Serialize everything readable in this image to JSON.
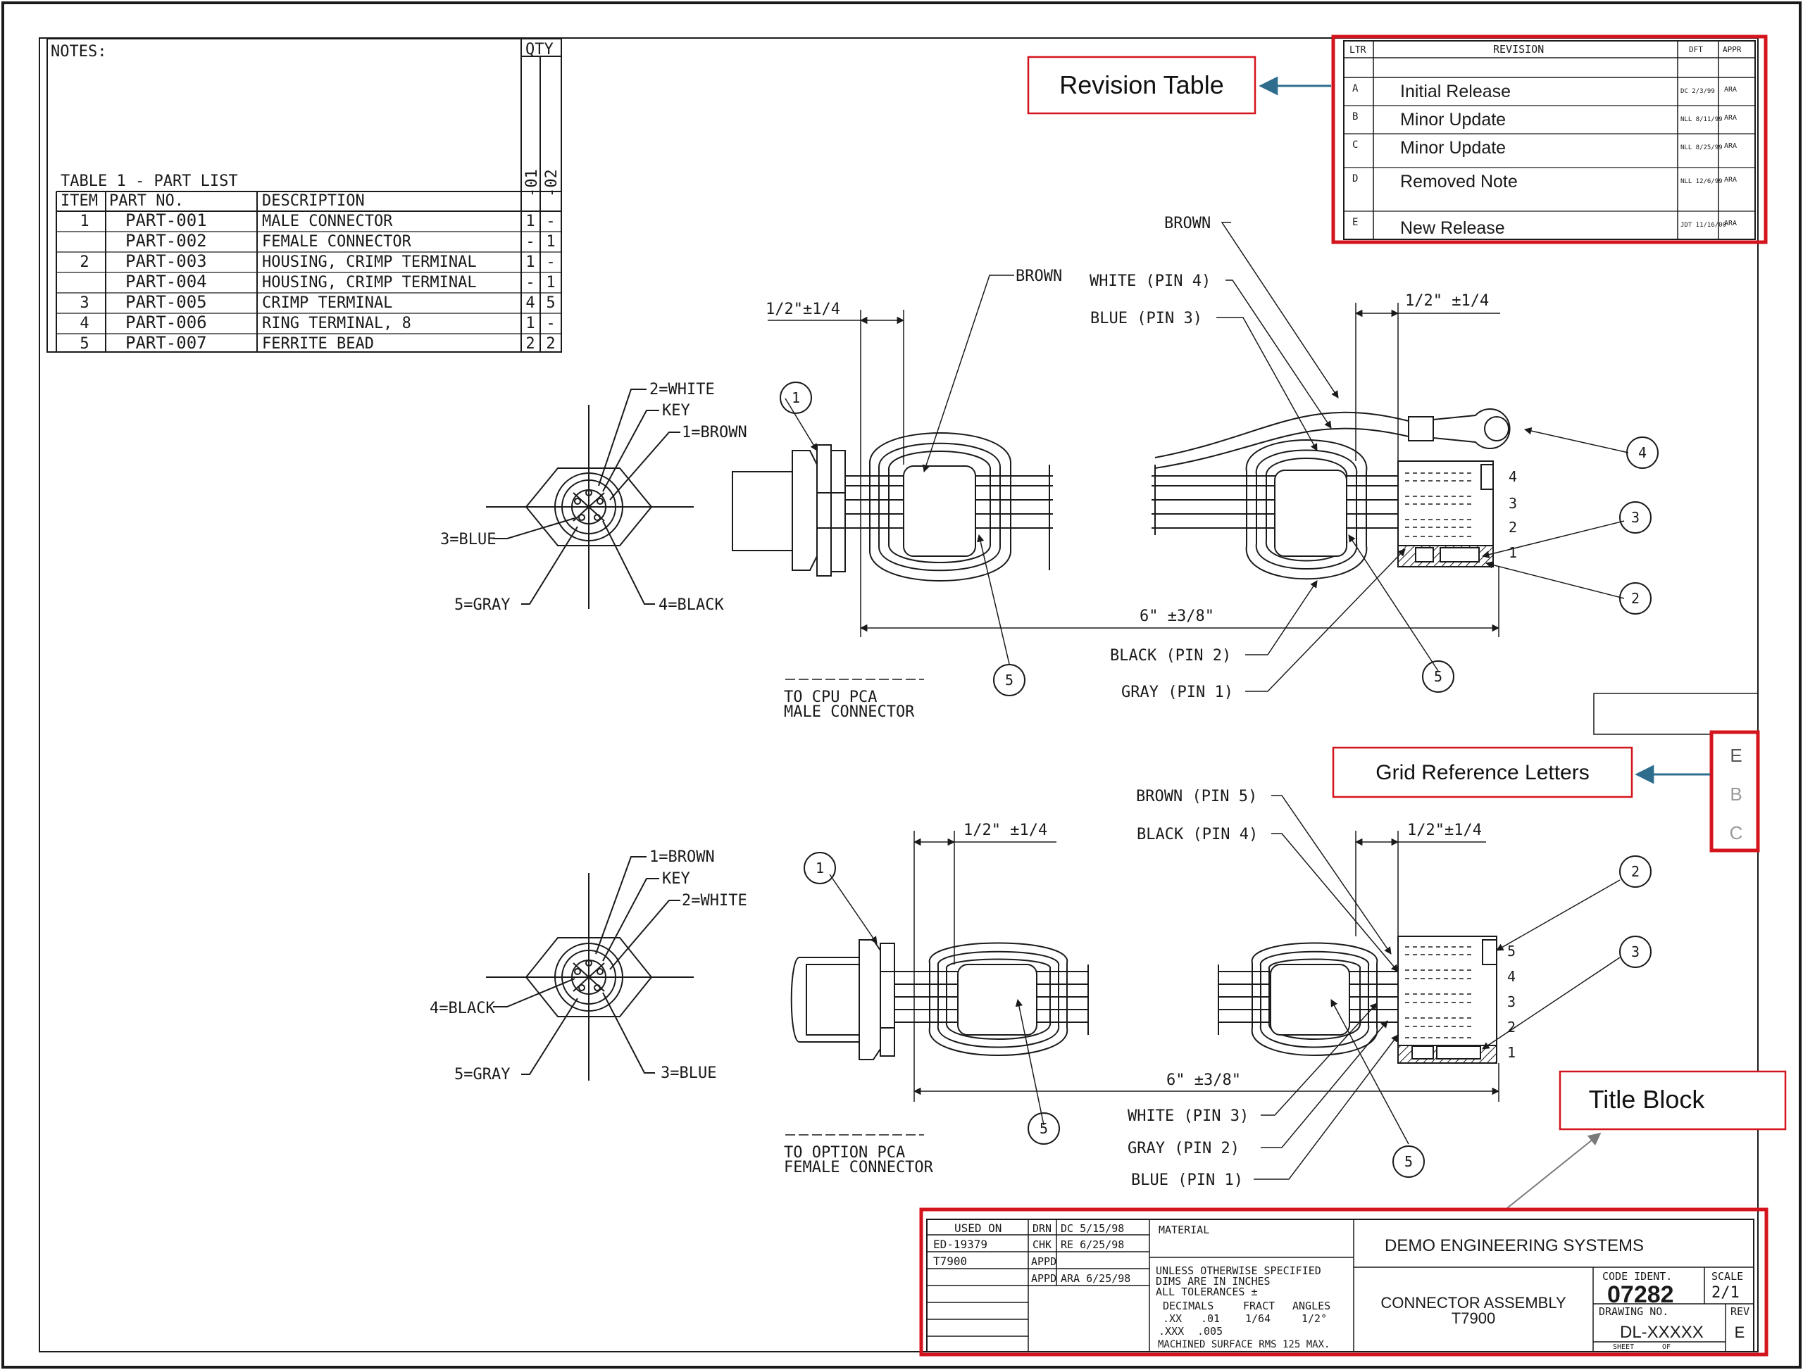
{
  "colors": {
    "ink": "#1a1a1a",
    "highlight": "#d4141c",
    "arrow": "#2e6d8e",
    "light": "#9a9a9a"
  },
  "callouts": {
    "revision_table": "Revision Table",
    "grid_reference": "Grid Reference Letters",
    "title_block": "Title Block"
  },
  "notes": {
    "label": "NOTES:",
    "qty_label": "QTY",
    "qty_cols": [
      "-01",
      "-02"
    ],
    "table_caption": "TABLE 1 - PART LIST",
    "headers": [
      "ITEM",
      "PART NO.",
      "DESCRIPTION"
    ],
    "rows": [
      {
        "item": "1",
        "part": "PART-001",
        "desc": "MALE CONNECTOR",
        "q1": "1",
        "q2": "-"
      },
      {
        "item": "",
        "part": "PART-002",
        "desc": "FEMALE CONNECTOR",
        "q1": "-",
        "q2": "1"
      },
      {
        "item": "2",
        "part": "PART-003",
        "desc": "HOUSING, CRIMP TERMINAL",
        "q1": "1",
        "q2": "-"
      },
      {
        "item": "",
        "part": "PART-004",
        "desc": "HOUSING, CRIMP TERMINAL",
        "q1": "-",
        "q2": "1"
      },
      {
        "item": "3",
        "part": "PART-005",
        "desc": "CRIMP TERMINAL",
        "q1": "4",
        "q2": "5"
      },
      {
        "item": "4",
        "part": "PART-006",
        "desc": "RING TERMINAL, 8",
        "q1": "1",
        "q2": "-"
      },
      {
        "item": "5",
        "part": "PART-007",
        "desc": "FERRITE BEAD",
        "q1": "2",
        "q2": "2"
      }
    ]
  },
  "revision": {
    "headers": [
      "LTR",
      "REVISION",
      "DFT",
      "APPR"
    ],
    "rows": [
      {
        "ltr": "A",
        "desc": "Initial Release",
        "dft": "DC 2/3/99",
        "appr": "ARA"
      },
      {
        "ltr": "B",
        "desc": "Minor Update",
        "dft": "NLL 8/11/99",
        "appr": "ARA"
      },
      {
        "ltr": "C",
        "desc": "Minor Update",
        "dft": "NLL 8/25/99",
        "appr": "ARA"
      },
      {
        "ltr": "D",
        "desc": "Removed Note",
        "dft": "NLL 12/6/99",
        "appr": "ARA"
      },
      {
        "ltr": "E",
        "desc": "New Release",
        "dft": "JDT 11/16/00",
        "appr": "ARA"
      }
    ]
  },
  "grid_letters": [
    "E",
    "B",
    "C"
  ],
  "top": {
    "face": {
      "l1": "2=WHITE",
      "l2": "KEY",
      "l3": "1=BROWN",
      "l4": "3=BLUE",
      "l5": "5=GRAY",
      "l6": "4=BLACK"
    },
    "dim_left": "1/2\"±1/4",
    "dim_right": "1/2\" ±1/4",
    "dim_overall": "6\" ±3/8\"",
    "brown_left": "BROWN",
    "brown_right": "BROWN",
    "white": "WHITE (PIN 4)",
    "blue": "BLUE (PIN 3)",
    "black": "BLACK (PIN 2)",
    "gray": "GRAY (PIN 1)",
    "caption1": "TO CPU PCA",
    "caption2": "MALE CONNECTOR",
    "pins": [
      "4",
      "3",
      "2",
      "1"
    ],
    "balloons": [
      "1",
      "4",
      "3",
      "2",
      "5",
      "5"
    ]
  },
  "bottom": {
    "face": {
      "l1": "1=BROWN",
      "l2": "KEY",
      "l3": "2=WHITE",
      "l4": "4=BLACK",
      "l5": "5=GRAY",
      "l6": "3=BLUE"
    },
    "dim_left": "1/2\" ±1/4",
    "dim_right": "1/2\"±1/4",
    "dim_overall": "6\" ±3/8\"",
    "brown": "BROWN (PIN 5)",
    "black": "BLACK (PIN 4)",
    "white": "WHITE (PIN 3)",
    "gray": "GRAY (PIN 2)",
    "blue": "BLUE (PIN 1)",
    "caption1": "TO OPTION PCA",
    "caption2": "FEMALE CONNECTOR",
    "pins": [
      "5",
      "4",
      "3",
      "2",
      "1"
    ],
    "balloons": [
      "1",
      "2",
      "3",
      "5",
      "5"
    ]
  },
  "title_block": {
    "used_on": "USED ON",
    "used_on_rows": [
      "ED-19379",
      "T7900"
    ],
    "drn": "DRN",
    "drn_val": "DC 5/15/98",
    "chk": "CHK",
    "chk_val": "RE 6/25/98",
    "appd1": "APPD",
    "appd2": "APPD",
    "appd2_val": "ARA 6/25/98",
    "material": "MATERIAL",
    "spec_lines": [
      "UNLESS OTHERWISE SPECIFIED",
      "DIMS ARE IN INCHES",
      "ALL TOLERANCES ±"
    ],
    "tol_head": [
      "DECIMALS",
      "FRACT",
      "ANGLES"
    ],
    "tol_row1": [
      ".XX",
      ".01",
      "1/64",
      "1/2°"
    ],
    "tol_row2": [
      ".XXX",
      ".005"
    ],
    "surface": "MACHINED SURFACE RMS 125 MAX.",
    "company": "DEMO ENGINEERING SYSTEMS",
    "title1": "CONNECTOR ASSEMBLY",
    "title2": "T7900",
    "code_ident_label": "CODE IDENT.",
    "code_ident": "07282",
    "scale_label": "SCALE",
    "scale": "2/1",
    "drawing_no_label": "DRAWING NO.",
    "drawing_no": "DL-XXXXX",
    "rev_label": "REV",
    "rev": "E",
    "sheet": "SHEET",
    "of": "OF"
  }
}
